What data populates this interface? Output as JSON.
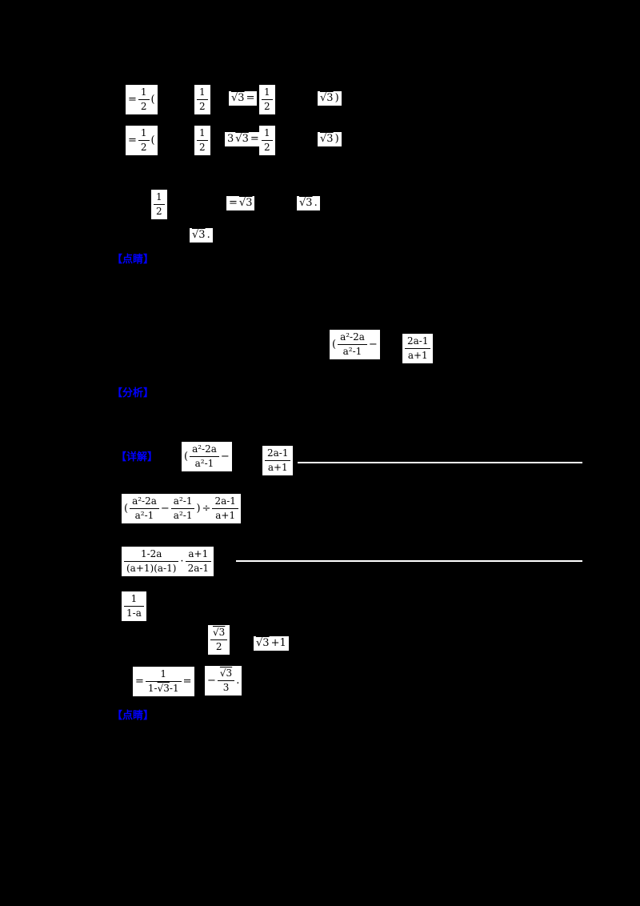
{
  "page": {
    "background": "#000000",
    "equation_box_background": "#ffffff",
    "equation_text_color": "#000000",
    "label_color": "#0000ff"
  },
  "labels": {
    "l1": "【点睛】",
    "l2": "【分析】",
    "l3": "【详解】",
    "l4": "【点睛】"
  },
  "top": {
    "r1b1": {
      "pre": "=",
      "frac": {
        "num": "1",
        "den": "2"
      },
      "post": "("
    },
    "r1b2": {
      "frac": {
        "num": "1",
        "den": "2"
      }
    },
    "r1b3": {
      "sqrt": "√3",
      "post": "="
    },
    "r1b4": {
      "frac": {
        "num": "1",
        "den": "2"
      }
    },
    "r1b5": {
      "sqrt": "√3",
      "post": ")"
    },
    "r2b1": {
      "pre": "=",
      "frac": {
        "num": "1",
        "den": "2"
      },
      "post": "("
    },
    "r2b2": {
      "frac": {
        "num": "1",
        "den": "2"
      }
    },
    "r2b3": {
      "pre": "3",
      "sqrt": "√3",
      "post": "="
    },
    "r2b4": {
      "frac": {
        "num": "1",
        "den": "2"
      }
    },
    "r2b5": {
      "sqrt": "√3",
      "post": ")"
    },
    "r3b1": {
      "frac": {
        "num": "1",
        "den": "2"
      }
    },
    "r3b2": {
      "pre": "=",
      "sqrt": "√3"
    },
    "r3b3": {
      "sqrt": "√3",
      "post": "."
    },
    "r4b1": {
      "sqrt": "√3",
      "post": "."
    }
  },
  "problem": {
    "m1": {
      "pre": "(",
      "frac": {
        "num": "a²-2a",
        "den": "a²-1"
      },
      "post": "−"
    },
    "m2": {
      "frac": {
        "num": "2a-1",
        "den": "a+1"
      }
    }
  },
  "solution": {
    "p1": {
      "pre": "(",
      "frac": {
        "num": "a²-2a",
        "den": "a²-1"
      },
      "post": "−"
    },
    "p2": {
      "frac": {
        "num": "2a-1",
        "den": "a+1"
      }
    },
    "step1": {
      "open": "(",
      "f1": {
        "num": "a²-2a",
        "den": "a²-1"
      },
      "minus": "−",
      "f2": {
        "num": "a²-1",
        "den": "a²-1"
      },
      "close": ")",
      "div": "÷",
      "f3": {
        "num": "2a-1",
        "den": "a+1"
      }
    },
    "step2": {
      "f1": {
        "num": "1-2a",
        "den": "(a+1)(a-1)"
      },
      "dot": "·",
      "f2": {
        "num": "a+1",
        "den": "2a-1"
      }
    },
    "step3": {
      "f1": {
        "num": "1",
        "den": "1-a"
      }
    },
    "sub1": {
      "frac": {
        "num": "√3",
        "den": "2"
      }
    },
    "sub2": {
      "sqrt": "√3",
      "post": "+1"
    },
    "final1": {
      "pre": "=",
      "num": "1",
      "denPre": "1-",
      "denSqrt": "√3",
      "denPost": "-1",
      "post": "="
    },
    "final2": {
      "pre": "−",
      "num": "√3",
      "den": "3",
      "post": "."
    }
  }
}
